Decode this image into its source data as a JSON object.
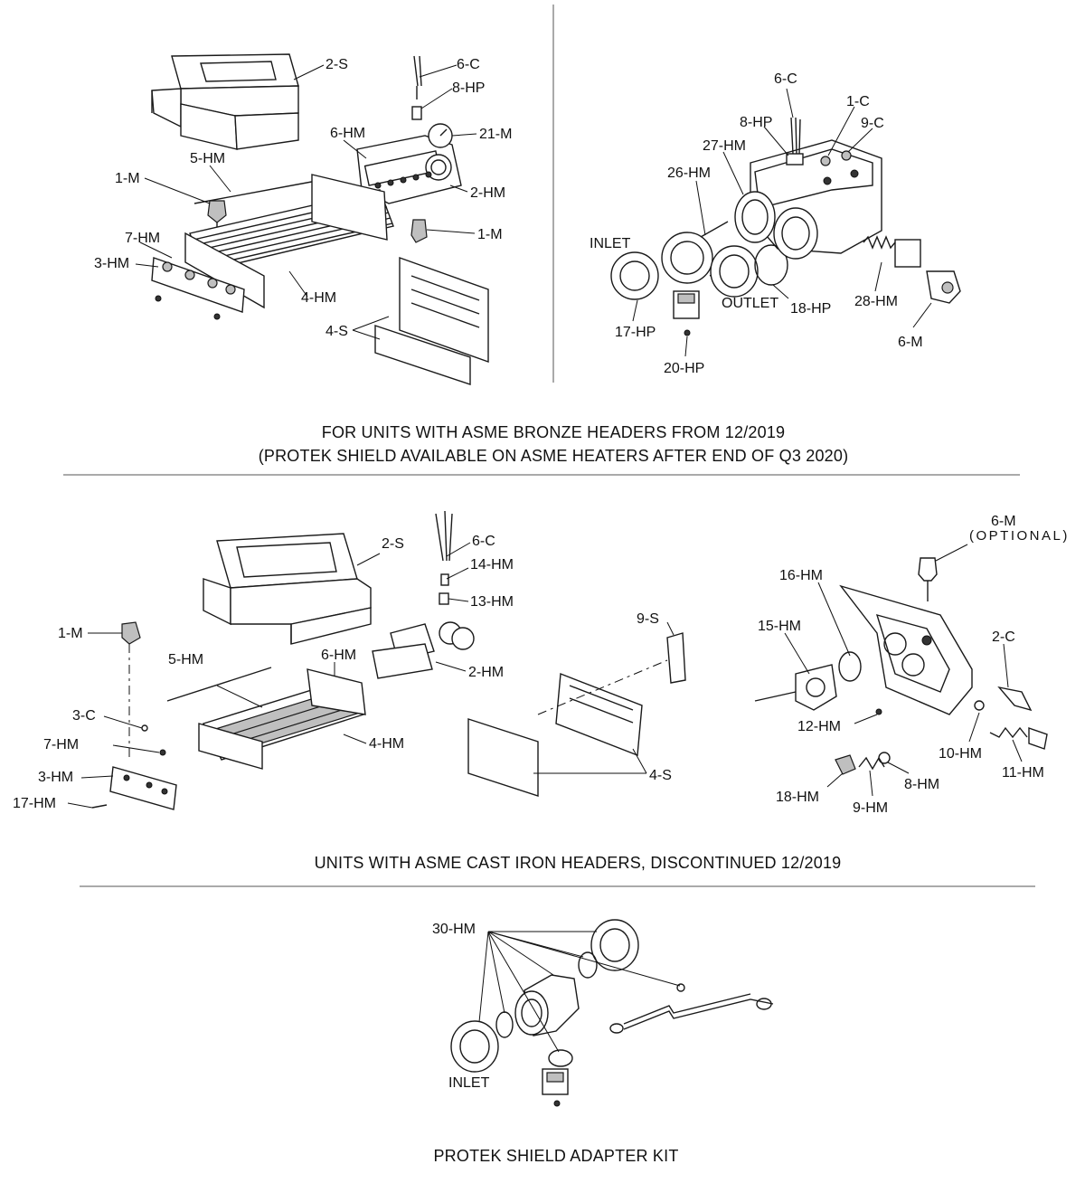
{
  "section_bronze": {
    "caption_line1": "FOR UNITS WITH ASME BRONZE HEADERS FROM 12/2019",
    "caption_line2": "(PROTEK SHIELD AVAILABLE ON ASME HEATERS AFTER END OF Q3 2020)",
    "left_labels": [
      "2-S",
      "6-C",
      "8-HP",
      "21-M",
      "6-HM",
      "5-HM",
      "1-M",
      "2-HM",
      "1-M",
      "7-HM",
      "3-HM",
      "4-HM",
      "4-S"
    ],
    "right_labels": [
      "6-C",
      "1-C",
      "8-HP",
      "9-C",
      "27-HM",
      "26-HM",
      "INLET",
      "OUTLET",
      "18-HP",
      "28-HM",
      "17-HP",
      "20-HP",
      "6-M"
    ]
  },
  "section_cast_iron": {
    "caption": "UNITS WITH ASME CAST IRON HEADERS, DISCONTINUED 12/2019",
    "left_labels": [
      "2-S",
      "6-C",
      "14-HM",
      "13-HM",
      "1-M",
      "6-HM",
      "2-HM",
      "5-HM",
      "3-C",
      "4-HM",
      "7-HM",
      "3-HM",
      "17-HM",
      "9-S",
      "4-S"
    ],
    "right_labels": [
      "6-M",
      "(OPTIONAL)",
      "16-HM",
      "15-HM",
      "2-C",
      "12-HM",
      "10-HM",
      "11-HM",
      "8-HM",
      "18-HM",
      "9-HM"
    ]
  },
  "section_protek": {
    "caption": "PROTEK SHIELD ADAPTER KIT",
    "labels": [
      "30-HM",
      "INLET"
    ]
  }
}
